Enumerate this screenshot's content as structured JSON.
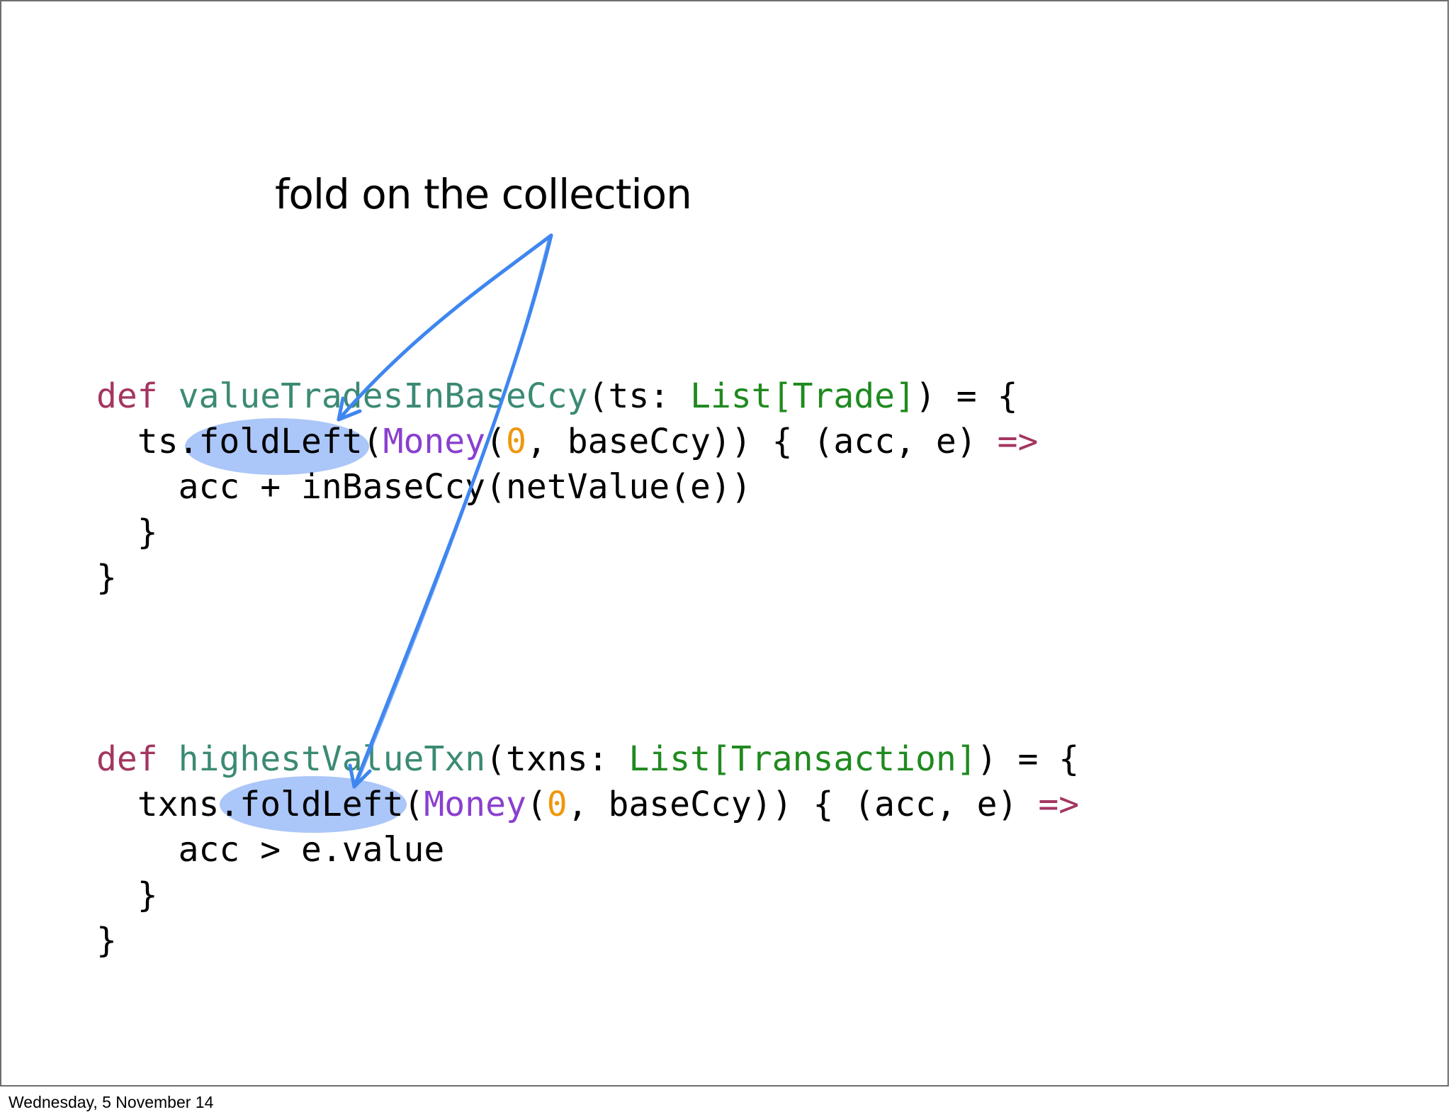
{
  "slide": {
    "title": "fold on the collection",
    "footer": "Wednesday, 5 November 14"
  },
  "code_block_1": {
    "l1": {
      "kw": "def",
      "fn": "valueTradesInBaseCcy",
      "p1": "(ts: ",
      "ty": "List[Trade]",
      "p2": ") = {"
    },
    "l2": {
      "indent": "  ",
      "p1": "ts.foldLeft(",
      "cls": "Money",
      "p2": "(",
      "num": "0",
      "p3": ", baseCcy)) { (acc, e) ",
      "arr": "=>"
    },
    "l3": {
      "text": "    acc + inBaseCcy(netValue(e))"
    },
    "l4": {
      "text": "  }"
    },
    "l5": {
      "text": "}"
    }
  },
  "code_block_2": {
    "l1": {
      "kw": "def",
      "fn": "highestValueTxn",
      "p1": "(txns: ",
      "ty": "List[Transaction]",
      "p2": ") = {"
    },
    "l2": {
      "indent": "  ",
      "p1": "txns.foldLeft(",
      "cls": "Money",
      "p2": "(",
      "num": "0",
      "p3": ", baseCcy)) { (acc, e) ",
      "arr": "=>"
    },
    "l3": {
      "text": "    acc > e.value"
    },
    "l4": {
      "text": "  }"
    },
    "l5": {
      "text": "}"
    }
  },
  "annotations": {
    "highlight_color": "#8fb3f5",
    "arrow_color": "#3f86f0",
    "targets": [
      "foldLeft",
      "foldLeft"
    ]
  }
}
